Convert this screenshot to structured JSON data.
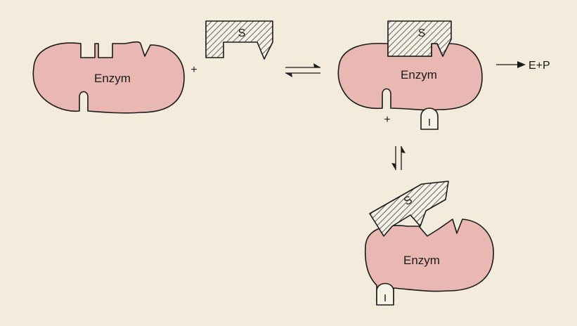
{
  "labels": {
    "enzyme": "Enzym",
    "substrate": "S",
    "inhibitor": "I",
    "plus": "+",
    "product": "E+P"
  },
  "colors": {
    "background": "#f3ecdc",
    "enzyme_fill": "#eab8b2",
    "outline": "#1a1a1a",
    "hatch": "#3a3a3a"
  },
  "arrows": {
    "equilibrium_1": "reversible (horizontal)",
    "equilibrium_2": "reversible (vertical)",
    "product_arrow": "forward"
  }
}
